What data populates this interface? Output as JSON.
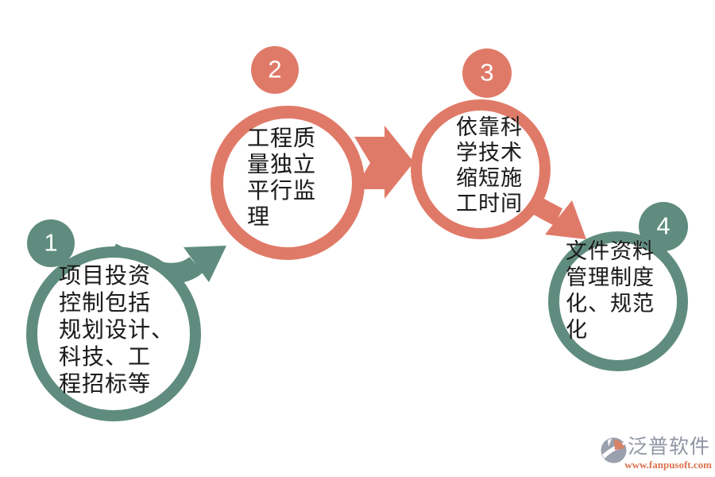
{
  "diagram": {
    "description": "four-step process flow with numbered circles and arrows",
    "steps": [
      {
        "number": "1",
        "label": "项目投资\n控制包括\n规划设计、\n科技、工\n程招标等",
        "color": "#5f8c7e"
      },
      {
        "number": "2",
        "label": "工程质\n量独立\n平行监\n理",
        "color": "#e07a68"
      },
      {
        "number": "3",
        "label": "依靠科\n学技术\n缩短施\n工时间",
        "color": "#e07a68"
      },
      {
        "number": "4",
        "label": "文件资料\n管理制度\n化、规范\n化",
        "color": "#5f8c7e"
      }
    ],
    "colors": {
      "teal": "#5f8c7e",
      "salmon": "#e07a68",
      "text": "#1b1b1b",
      "background": "#ffffff"
    }
  },
  "watermark": {
    "brand": "泛普软件",
    "url": "www.fanpusoft.com",
    "brand_color": "#9096a3",
    "url_color": "#dc7150",
    "logo_gray": "#9aa0ad",
    "logo_accent": "#d78368"
  }
}
